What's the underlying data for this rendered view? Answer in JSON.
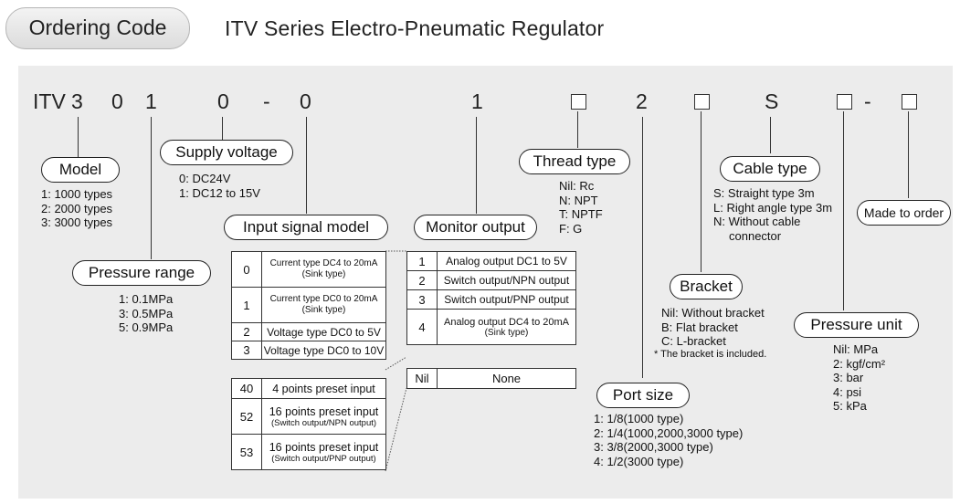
{
  "header": {
    "badge": "Ordering Code",
    "title": "ITV Series Electro-Pneumatic Regulator"
  },
  "code": {
    "c0": "ITV",
    "c1": "3",
    "c2": "0",
    "c3": "1",
    "c4": "0",
    "c5": "-",
    "c6": "0",
    "c7": "1",
    "c8": "2",
    "c9": "S",
    "c10": "-"
  },
  "model": {
    "label": "Model",
    "opt1": "1: 1000 types",
    "opt2": "2: 2000 types",
    "opt3": "3: 3000 types"
  },
  "supply": {
    "label": "Supply voltage",
    "opt1": "0: DC24V",
    "opt2": "1: DC12 to 15V"
  },
  "pressure_range": {
    "label": "Pressure  range",
    "opt1": "1: 0.1MPa",
    "opt2": "3: 0.5MPa",
    "opt3": "5: 0.9MPa"
  },
  "input": {
    "label": "Input  signal model",
    "rows": [
      {
        "k": "0",
        "a": "Current type DC4 to 20mA",
        "b": "(Sink type)"
      },
      {
        "k": "1",
        "a": "Current type DC0 to 20mA",
        "b": "(Sink type)"
      },
      {
        "k": "2",
        "a": "Voltage type DC0 to 5V"
      },
      {
        "k": "3",
        "a": "Voltage type DC0 to 10V"
      }
    ],
    "preset": [
      {
        "k": "40",
        "a": "4 points preset input"
      },
      {
        "k": "52",
        "a": "16 points preset input",
        "b": "(Switch output/NPN output)"
      },
      {
        "k": "53",
        "a": "16 points preset input",
        "b": "(Switch output/PNP output)"
      }
    ]
  },
  "monitor": {
    "label": "Monitor output",
    "rows": [
      {
        "k": "1",
        "a": "Analog output DC1 to 5V"
      },
      {
        "k": "2",
        "a": "Switch output/NPN output"
      },
      {
        "k": "3",
        "a": "Switch output/PNP output"
      },
      {
        "k": "4",
        "a": "Analog output DC4 to 20mA",
        "b": "(Sink type)"
      }
    ],
    "nil": {
      "k": "Nil",
      "a": "None"
    }
  },
  "thread": {
    "label": "Thread  type",
    "opt1": "Nil: Rc",
    "opt2": "N: NPT",
    "opt3": "T: NPTF",
    "opt4": "F: G"
  },
  "port": {
    "label": "Port size",
    "opt1": "1: 1/8(1000 type)",
    "opt2": "2: 1/4(1000,2000,3000 type)",
    "opt3": "3: 3/8(2000,3000 type)",
    "opt4": "4: 1/2(3000 type)"
  },
  "bracket": {
    "label": "Bracket",
    "opt1": "Nil: Without bracket",
    "opt2": "B: Flat bracket",
    "opt3": "C: L-bracket",
    "note": "* The bracket is included."
  },
  "cable": {
    "label": "Cable type",
    "opt1": "S: Straight type 3m",
    "opt2": "L: Right angle type 3m",
    "opt3": "N: Without cable",
    "opt4": "connector"
  },
  "unit": {
    "label": "Pressure unit",
    "opt1": "Nil: MPa",
    "opt2": "2: kgf/cm²",
    "opt3": "3: bar",
    "opt4": "4: psi",
    "opt5": "5: kPa"
  },
  "order": {
    "label": "Made to order"
  }
}
